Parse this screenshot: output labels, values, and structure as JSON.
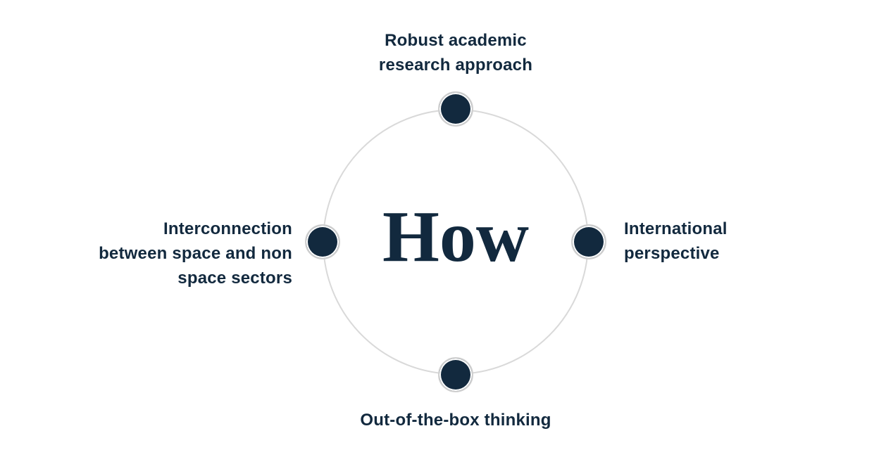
{
  "center": {
    "label": "How"
  },
  "labels": {
    "top": {
      "lines": [
        "Robust academic",
        "research approach"
      ]
    },
    "right": {
      "lines": [
        "International",
        "perspective"
      ]
    },
    "bottom": {
      "lines": [
        "Out-of-the-box thinking"
      ]
    },
    "left": {
      "lines": [
        "Interconnection",
        "between space and non",
        "space sectors"
      ]
    }
  },
  "nodes": [
    {
      "position": "top",
      "label": "Robust academic research approach"
    },
    {
      "position": "right",
      "label": "International perspective"
    },
    {
      "position": "bottom",
      "label": "Out-of-the-box thinking"
    },
    {
      "position": "left",
      "label": "Interconnection between space and non space sectors"
    }
  ],
  "colors": {
    "navy": "#12293E",
    "ring": "#D9D9D9",
    "background": "#FFFFFF"
  }
}
